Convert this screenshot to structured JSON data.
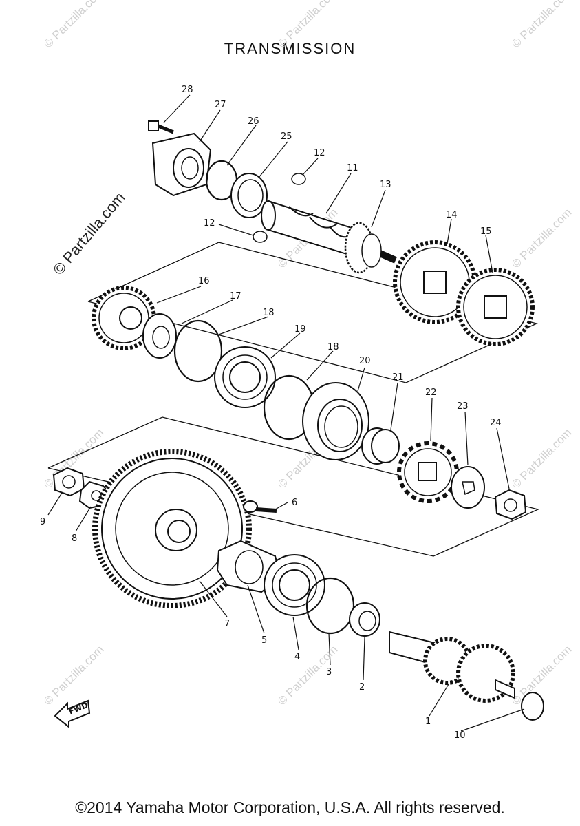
{
  "title": "TRANSMISSION",
  "watermark_side": "© Partzilla.com",
  "watermark_repeat": "© Partzilla.com",
  "fwd_label": "FWD",
  "footer": "©2014 Yamaha Motor Corporation, U.S.A. All rights reserved.",
  "callouts": [
    "1",
    "2",
    "3",
    "4",
    "5",
    "6",
    "7",
    "8",
    "9",
    "10",
    "11",
    "12",
    "12",
    "13",
    "14",
    "15",
    "16",
    "17",
    "18",
    "18",
    "19",
    "20",
    "21",
    "22",
    "23",
    "24",
    "25",
    "26",
    "27",
    "28"
  ]
}
